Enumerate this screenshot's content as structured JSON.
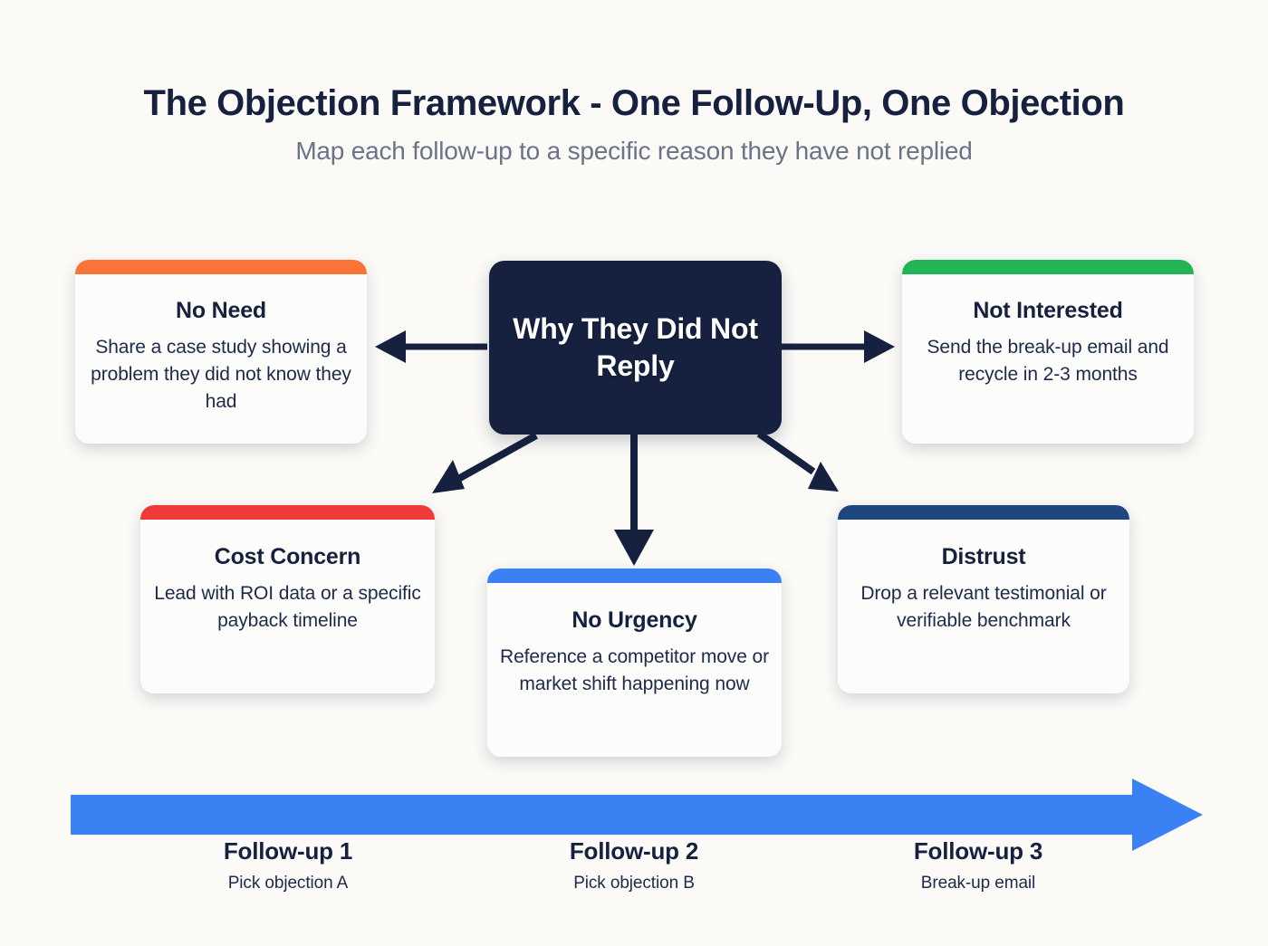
{
  "header": {
    "title": "The Objection Framework - One Follow-Up, One Objection",
    "subtitle": "Map each follow-up to a specific reason they have not replied"
  },
  "hub": {
    "label": "Why They Did Not Reply",
    "color": "#16213F"
  },
  "branches": [
    {
      "id": "no-need",
      "title": "No Need",
      "desc": "Share a case study showing a problem they did not know they had",
      "accent": "#F97436"
    },
    {
      "id": "not-interested",
      "title": "Not Interested",
      "desc": "Send the break-up email and recycle in 2-3 months",
      "accent": "#22B455"
    },
    {
      "id": "cost-concern",
      "title": "Cost Concern",
      "desc": "Lead with ROI data or a specific payback timeline",
      "accent": "#EE3B38"
    },
    {
      "id": "no-urgency",
      "title": "No Urgency",
      "desc": "Reference a competitor move or market shift happening now",
      "accent": "#3A82F3"
    },
    {
      "id": "distrust",
      "title": "Distrust",
      "desc": "Drop a relevant testimonial or verifiable benchmark",
      "accent": "#1E467F"
    }
  ],
  "timeline": {
    "arrow_color": "#3A82F3",
    "steps": [
      {
        "name": "Follow-up 1",
        "note": "Pick objection A"
      },
      {
        "name": "Follow-up 2",
        "note": "Pick objection B"
      },
      {
        "name": "Follow-up 3",
        "note": "Break-up email"
      }
    ]
  },
  "connectors": {
    "color": "#16213F",
    "arrows": [
      {
        "name": "hub-to-no-need",
        "direction": "left"
      },
      {
        "name": "hub-to-not-interested",
        "direction": "right"
      },
      {
        "name": "hub-to-cost-concern",
        "direction": "down-left"
      },
      {
        "name": "hub-to-no-urgency",
        "direction": "down"
      },
      {
        "name": "hub-to-distrust",
        "direction": "down-right"
      }
    ]
  }
}
